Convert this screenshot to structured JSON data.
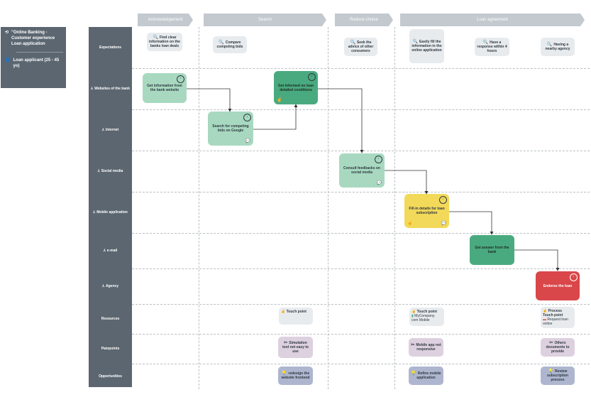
{
  "persona": {
    "journey_title": "\"Online Banking - Customer experience Loan application",
    "persona_label": "Loan applicant  (25 - 45 yo)"
  },
  "stages": [
    "Acknowledgement",
    "Search",
    "Reduce choice",
    "Loan agreement"
  ],
  "lanes": {
    "expectations": "Expectations",
    "website": "Websites of the bank",
    "internet": "Internet",
    "social": "Social  media",
    "mobile": "Mobile application",
    "email": "e-mail",
    "agency": "Agency",
    "resources": "Resources",
    "painpoints": "Painpoints",
    "opportunities": "Opportunities"
  },
  "expectations": [
    "Find clear information on the banks loan deals",
    "Compare competing bids",
    "Seek the advice of other consumers",
    "Easily fill the information in the online application",
    "Have a response within 4 hours",
    "Having a nearby agency"
  ],
  "steps": [
    "Get information from the bank website",
    "Search for competing bids on Google",
    "Get informed on loan detailed conditions",
    "Consult feedbacks on social media",
    "Fill-in details for loan subscription",
    "Get answer from the bank",
    "Endorse the loan"
  ],
  "resources": {
    "search_touch": "Touch point",
    "loan_touch": "Touch  point",
    "loan_touch_sub": "MyCompany. com Mobile",
    "process_touch": "Process Touch point",
    "process_request": "Request loan online"
  },
  "painpoints": [
    "Simulation tool not easy to use",
    "Mobile app not responsive",
    "Others documents to provide"
  ],
  "opportunities": [
    "redesign the website frontend",
    "Refine mobile application",
    "Review subscription process"
  ],
  "colors": {
    "lane_bg": "#5b6670",
    "step_light": "#a8d9c0",
    "step_dark": "#4aaa7f",
    "step_yellow": "#f3d95a",
    "step_red": "#d9474a",
    "card_grey": "#e8ebee",
    "pain": "#ddd0df",
    "opportunity": "#aeb6cf"
  }
}
